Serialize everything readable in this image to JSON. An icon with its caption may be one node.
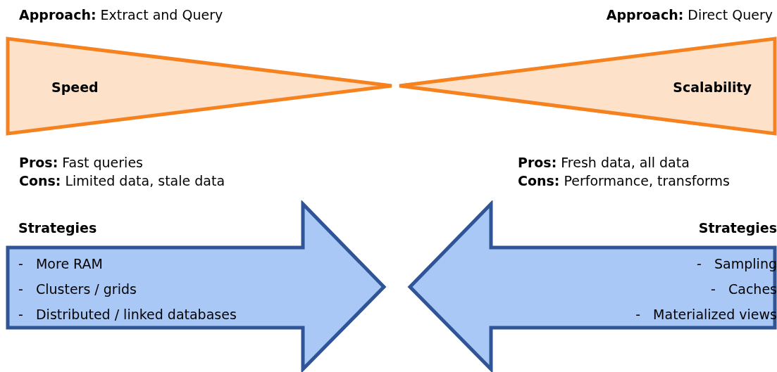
{
  "diagram": {
    "nodes": [
      {
        "text": [
          "Speed"
        ]
      },
      {
        "text": [
          "Scalability"
        ]
      },
      {
        "text": [
          "Strategies",
          "- More RAM",
          "- Clusters / grids",
          "- Distributed / linked databases"
        ]
      },
      {
        "text": [
          "Strategies",
          "- Sampling",
          "- Caches",
          "- Materialized views"
        ]
      }
    ],
    "labels": [
      "**Approach:** Extract and Query",
      "**Approach:** Direct Query",
      "**Pros:** Fast queries",
      "**Cons:** Limited data, stale data",
      "**Pros:** Fresh data, all data",
      "**Cons:** Performance, transforms"
    ]
  }
}
